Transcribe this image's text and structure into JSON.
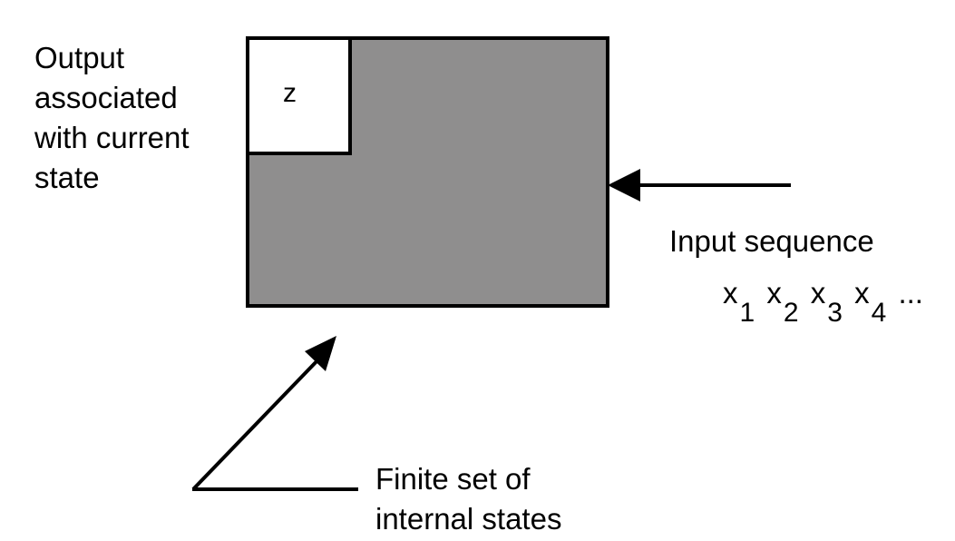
{
  "labels": {
    "output_lines": [
      "Output",
      "associated",
      "with current",
      "state"
    ],
    "z": "z",
    "input_title": "Input sequence",
    "states_lines": [
      "Finite set of",
      "internal states"
    ]
  },
  "input_sequence": [
    {
      "symbol": "x",
      "subscript": "1"
    },
    {
      "symbol": "x",
      "subscript": "2"
    },
    {
      "symbol": "x",
      "subscript": "3"
    },
    {
      "symbol": "x",
      "subscript": "4"
    }
  ],
  "ellipsis": "...",
  "colors": {
    "machine_fill": "#8f8e8e",
    "output_box_fill": "#ffffff",
    "stroke": "#000000"
  }
}
